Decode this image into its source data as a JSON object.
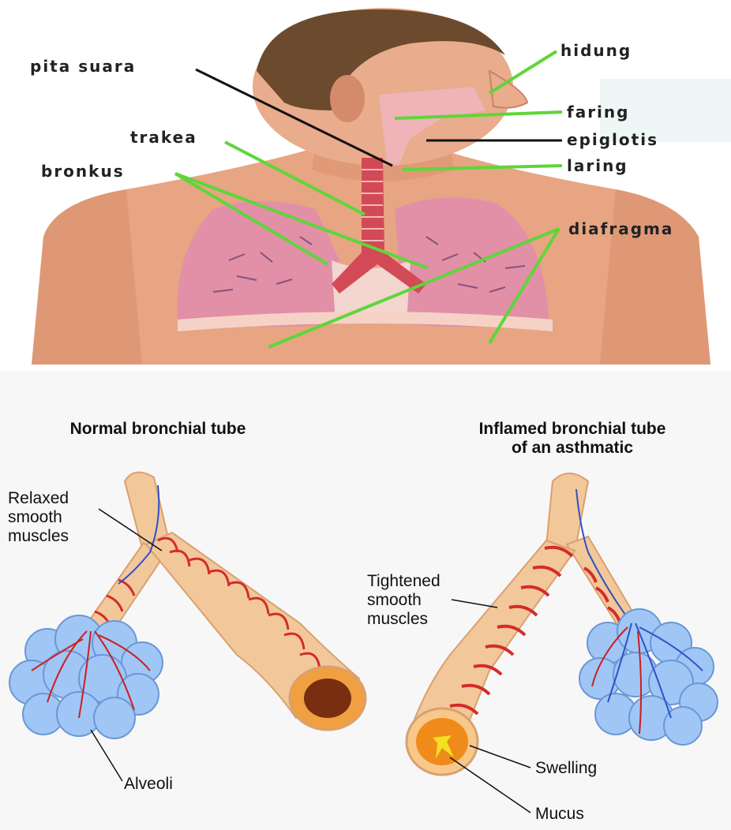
{
  "top_diagram": {
    "labels": {
      "pita_suara": "pita suara",
      "hidung": "hidung",
      "faring": "faring",
      "epiglotis": "epiglotis",
      "laring": "laring",
      "trakea": "trakea",
      "bronkus": "bronkus",
      "diafragma": "diafragma"
    },
    "colors": {
      "pointer_green": "#5ed63a",
      "pointer_black": "#111111",
      "skin": "#e7a583",
      "lung": "#e28fa8",
      "hair": "#6b4a2e"
    }
  },
  "bottom_diagram": {
    "normal_title": "Normal bronchial tube",
    "inflamed_title_line1": "Inflamed bronchial tube",
    "inflamed_title_line2": "of an asthmatic",
    "labels": {
      "relaxed": [
        "Relaxed",
        "smooth",
        "muscles"
      ],
      "tightened": [
        "Tightened",
        "smooth",
        "muscles"
      ],
      "alveoli": "Alveoli",
      "swelling": "Swelling",
      "mucus": "Mucus"
    },
    "colors": {
      "tube": "#f2c89a",
      "muscle": "#d52b2b",
      "alveoli": "#9fc6f5",
      "vessel_red": "#cc1f1f",
      "vessel_blue": "#3050c8",
      "lumen_orange": "#f08a1a"
    }
  }
}
